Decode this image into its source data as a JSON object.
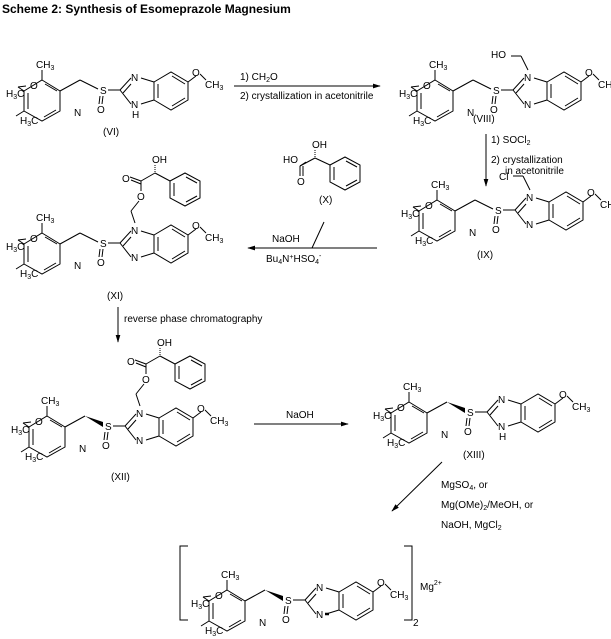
{
  "title": "Scheme 2: Synthesis of Esomeprazole Magnesium",
  "atoms": {
    "ch3": "CH",
    "h3c": "H",
    "h3c_c": "C",
    "three": "3",
    "o": "O",
    "n": "N",
    "s": "S",
    "h": "H",
    "oh": "OH",
    "ho": "HO",
    "cl": "Cl"
  },
  "compounds": [
    {
      "id": "VI",
      "label": "(VI)"
    },
    {
      "id": "VIII",
      "label": "(VIII)"
    },
    {
      "id": "IX",
      "label": "(IX)"
    },
    {
      "id": "X",
      "label": "(X)"
    },
    {
      "id": "XI",
      "label": "(XI)"
    },
    {
      "id": "XII",
      "label": "(XII)"
    },
    {
      "id": "XIII",
      "label": "(XIII)"
    },
    {
      "id": "final",
      "label": "Mg",
      "charge": "2+",
      "count": "2"
    }
  ],
  "steps": [
    {
      "from": "VI",
      "to": "VIII",
      "line1_pre": "1)  CH",
      "line1_sub": "2",
      "line1_post": "O",
      "line2": "2) crystallization in acetonitrile"
    },
    {
      "from": "VIII",
      "to": "IX",
      "line1_pre": "1) SOCl",
      "line1_sub": "2",
      "line2": "2) crystallization",
      "line3": "in acetonitrile"
    },
    {
      "from": "IX",
      "to": "XI",
      "reagent": "X",
      "line1": "NaOH",
      "line2_pre": "Bu",
      "line2_sub": "4",
      "line2_mid": "N",
      "line2_sup": "+",
      "line2_post": "HSO",
      "line2_sub2": "4",
      "line2_sup2": "-"
    },
    {
      "from": "XI",
      "to": "XII",
      "line1": "reverse phase chromatography"
    },
    {
      "from": "XII",
      "to": "XIII",
      "line1": "NaOH"
    },
    {
      "from": "XIII",
      "to": "final",
      "line1_pre": "MgSO",
      "line1_sub": "4",
      "line1_post": ", or",
      "line2_pre": "Mg(OMe)",
      "line2_sub": "2",
      "line2_post": "/MeOH, or",
      "line3_pre": "NaOH,  MgCl",
      "line3_sub": "2"
    }
  ]
}
